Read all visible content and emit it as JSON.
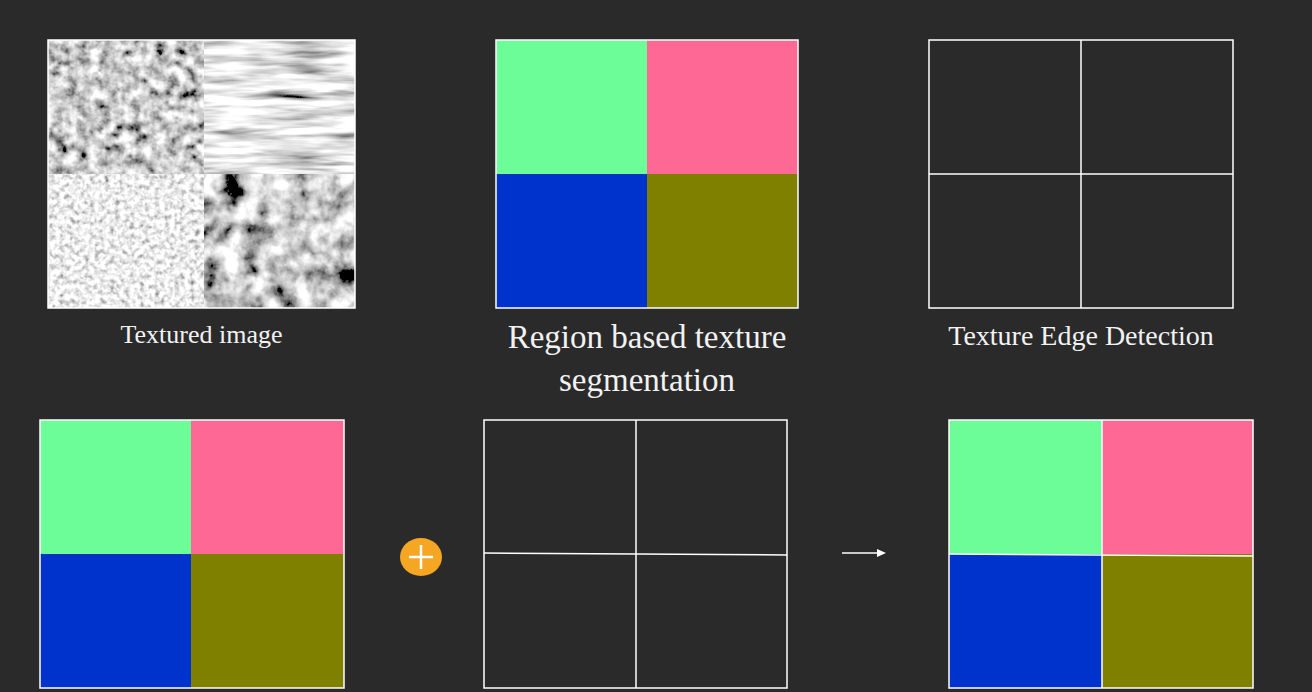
{
  "diagram": {
    "nodes": [
      {
        "text": [
          "Textured image"
        ]
      },
      {
        "text": [
          "Region based texture segmentation"
        ]
      },
      {
        "text": [
          "Texture Edge Detection"
        ]
      }
    ]
  }
}
